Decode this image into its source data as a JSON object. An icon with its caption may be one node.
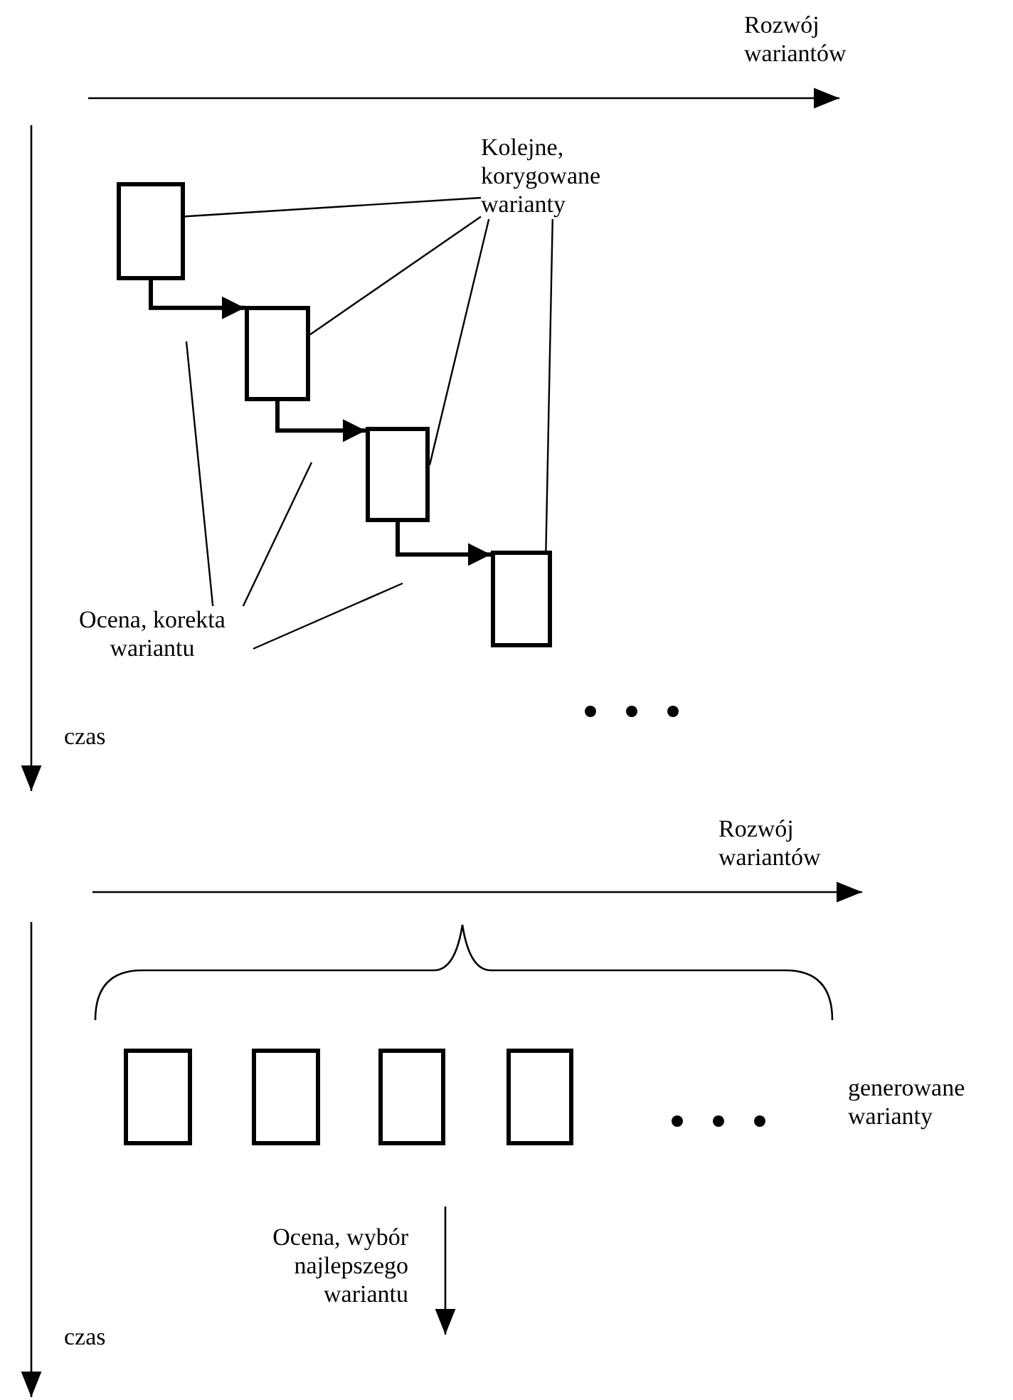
{
  "diagram": {
    "nodes": [
      {
        "text": [
          "Kolejne, korygowane warianty"
        ]
      },
      {
        "text": [],
        "shape": "box"
      },
      {
        "text": [],
        "shape": "box"
      },
      {
        "text": [],
        "shape": "box"
      },
      {
        "text": [],
        "shape": "box"
      },
      {
        "text": [
          "Ocena, korekta wariantu"
        ]
      },
      {
        "text": [],
        "shape": "box"
      },
      {
        "text": [],
        "shape": "box"
      },
      {
        "text": [],
        "shape": "box"
      },
      {
        "text": [],
        "shape": "box"
      }
    ],
    "edges": [
      {
        "from": 1,
        "to": 2,
        "arrow": "to",
        "style": "thick"
      },
      {
        "from": 2,
        "to": 3,
        "arrow": "to",
        "style": "thick"
      },
      {
        "from": 3,
        "to": 4,
        "arrow": "to",
        "style": "thick"
      },
      {
        "from": 0,
        "to": 1,
        "arrow": "none"
      },
      {
        "from": 0,
        "to": 2,
        "arrow": "none"
      },
      {
        "from": 0,
        "to": 3,
        "arrow": "none"
      },
      {
        "from": 0,
        "to": 4,
        "arrow": "none"
      },
      {
        "from": 5,
        "to": null,
        "arrow": "none"
      },
      {
        "from": 5,
        "to": null,
        "arrow": "none"
      },
      {
        "from": 5,
        "to": null,
        "arrow": "none"
      }
    ],
    "labels": [
      "Rozwój wariantów",
      "czas",
      "Rozwój wariantów",
      "generowane warianty",
      "Ocena, wybór najlepszego wariantu",
      "czas"
    ]
  }
}
